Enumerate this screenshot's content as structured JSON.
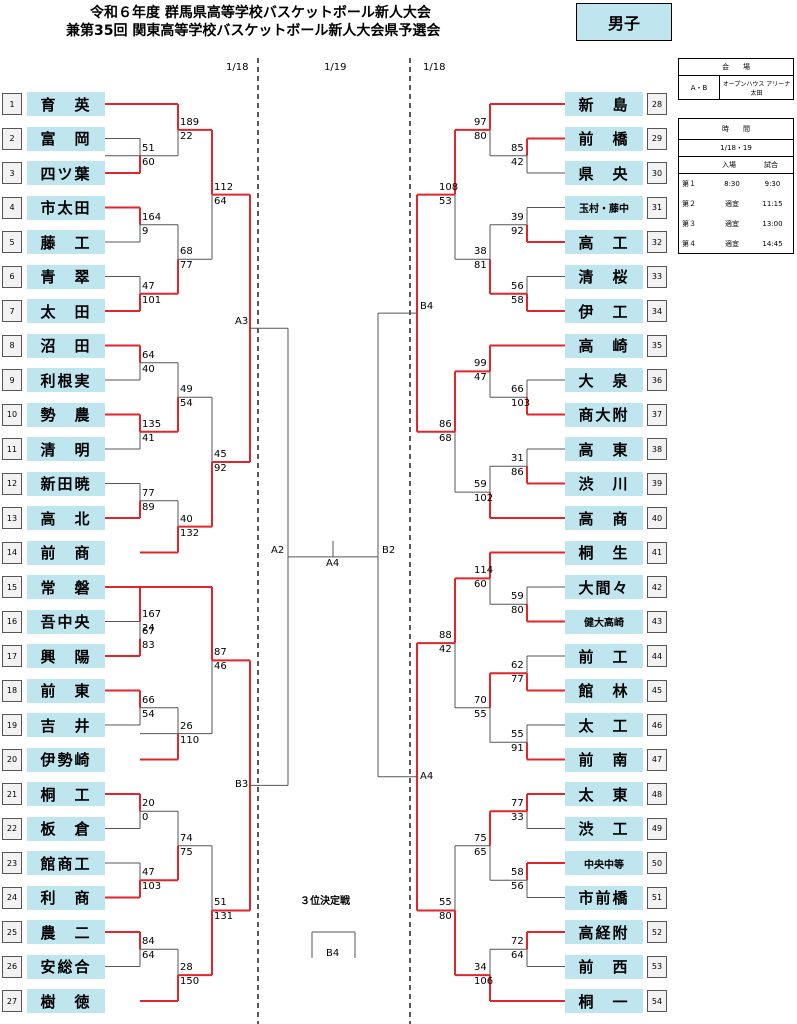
{
  "header": {
    "title_line1": "令和６年度 群馬県高等学校バスケットボール新人大会",
    "title_line2": "兼第35回 関東高等学校バスケットボール新人大会県予選会",
    "gender": "男子"
  },
  "dates": {
    "left_r1": "1/18",
    "center": "1/19",
    "right_r1": "1/18"
  },
  "venue_box": {
    "header": "会　　場",
    "courts": "A・B",
    "venue": "オープンハウス アリーナ太田"
  },
  "schedule_box": {
    "header": "時　　間",
    "date": "1/18・19",
    "col_entry": "入場",
    "col_game": "試合",
    "rows": [
      {
        "label": "第１",
        "entry": "8:30",
        "game": "9:30"
      },
      {
        "label": "第２",
        "entry": "適宜",
        "game": "11:15"
      },
      {
        "label": "第３",
        "entry": "適宜",
        "game": "13:00"
      },
      {
        "label": "第４",
        "entry": "適宜",
        "game": "14:45"
      }
    ]
  },
  "left_teams": [
    {
      "n": "1",
      "name": "育　英"
    },
    {
      "n": "2",
      "name": "富　岡"
    },
    {
      "n": "3",
      "name": "四ツ葉"
    },
    {
      "n": "4",
      "name": "市太田"
    },
    {
      "n": "5",
      "name": "藤　工"
    },
    {
      "n": "6",
      "name": "青　翠"
    },
    {
      "n": "7",
      "name": "太　田"
    },
    {
      "n": "8",
      "name": "沼　田"
    },
    {
      "n": "9",
      "name": "利根実"
    },
    {
      "n": "10",
      "name": "勢　農"
    },
    {
      "n": "11",
      "name": "清　明"
    },
    {
      "n": "12",
      "name": "新田暁"
    },
    {
      "n": "13",
      "name": "高　北"
    },
    {
      "n": "14",
      "name": "前　商"
    },
    {
      "n": "15",
      "name": "常　磐"
    },
    {
      "n": "16",
      "name": "吾中央"
    },
    {
      "n": "17",
      "name": "興　陽"
    },
    {
      "n": "18",
      "name": "前　東"
    },
    {
      "n": "19",
      "name": "吉　井"
    },
    {
      "n": "20",
      "name": "伊勢崎"
    },
    {
      "n": "21",
      "name": "桐　工"
    },
    {
      "n": "22",
      "name": "板　倉"
    },
    {
      "n": "23",
      "name": "館商工"
    },
    {
      "n": "24",
      "name": "利　商"
    },
    {
      "n": "25",
      "name": "農　二"
    },
    {
      "n": "26",
      "name": "安総合"
    },
    {
      "n": "27",
      "name": "樹　徳"
    }
  ],
  "right_teams": [
    {
      "n": "28",
      "name": "新　島"
    },
    {
      "n": "29",
      "name": "前　橋"
    },
    {
      "n": "30",
      "name": "県　央"
    },
    {
      "n": "31",
      "name": "玉村・藤中"
    },
    {
      "n": "32",
      "name": "高　工"
    },
    {
      "n": "33",
      "name": "清　桜"
    },
    {
      "n": "34",
      "name": "伊　工"
    },
    {
      "n": "35",
      "name": "高　崎"
    },
    {
      "n": "36",
      "name": "大　泉"
    },
    {
      "n": "37",
      "name": "商大附"
    },
    {
      "n": "38",
      "name": "高　東"
    },
    {
      "n": "39",
      "name": "渋　川"
    },
    {
      "n": "40",
      "name": "高　商"
    },
    {
      "n": "41",
      "name": "桐　生"
    },
    {
      "n": "42",
      "name": "大間々"
    },
    {
      "n": "43",
      "name": "健大高崎"
    },
    {
      "n": "44",
      "name": "前　工"
    },
    {
      "n": "45",
      "name": "館　林"
    },
    {
      "n": "46",
      "name": "太　工"
    },
    {
      "n": "47",
      "name": "前　南"
    },
    {
      "n": "48",
      "name": "太　東"
    },
    {
      "n": "49",
      "name": "渋　工"
    },
    {
      "n": "50",
      "name": "中央中等"
    },
    {
      "n": "51",
      "name": "市前橋"
    },
    {
      "n": "52",
      "name": "高経附"
    },
    {
      "n": "53",
      "name": "前　西"
    },
    {
      "n": "54",
      "name": "桐　一"
    }
  ],
  "left_scores": [
    [
      "51",
      "60"
    ],
    [
      "164",
      "9"
    ],
    [
      "47",
      "101"
    ],
    [
      "64",
      "40"
    ],
    [
      "135",
      "41"
    ],
    [
      "77",
      "89"
    ],
    [
      "167",
      "24"
    ],
    [
      "67",
      "83"
    ],
    [
      "66",
      "54"
    ],
    [
      "20",
      "0"
    ],
    [
      "47",
      "103"
    ],
    [
      "84",
      "64"
    ],
    [
      "189",
      "22"
    ],
    [
      "68",
      "77"
    ],
    [
      "49",
      "54"
    ],
    [
      "40",
      "132"
    ],
    [
      "26",
      "110"
    ],
    [
      "74",
      "75"
    ],
    [
      "28",
      "150"
    ],
    [
      "112",
      "64"
    ],
    [
      "45",
      "92"
    ],
    [
      "87",
      "46"
    ],
    [
      "51",
      "131"
    ]
  ],
  "right_scores": [
    [
      "85",
      "42"
    ],
    [
      "39",
      "92"
    ],
    [
      "56",
      "58"
    ],
    [
      "66",
      "103"
    ],
    [
      "31",
      "86"
    ],
    [
      "59",
      "80"
    ],
    [
      "62",
      "77"
    ],
    [
      "55",
      "91"
    ],
    [
      "77",
      "33"
    ],
    [
      "58",
      "56"
    ],
    [
      "72",
      "64"
    ],
    [
      "97",
      "80"
    ],
    [
      "38",
      "81"
    ],
    [
      "99",
      "47"
    ],
    [
      "59",
      "102"
    ],
    [
      "114",
      "60"
    ],
    [
      "70",
      "55"
    ],
    [
      "75",
      "65"
    ],
    [
      "34",
      "106"
    ],
    [
      "108",
      "53"
    ],
    [
      "86",
      "68"
    ],
    [
      "88",
      "42"
    ],
    [
      "55",
      "80"
    ]
  ],
  "center_labels": {
    "a3": "A3",
    "b3": "B3",
    "a2": "A2",
    "a4_mid": "A4",
    "b2": "B2",
    "b4": "B4",
    "a4_right": "A4",
    "third_title": "３位決定戦",
    "third_b4": "B4"
  }
}
